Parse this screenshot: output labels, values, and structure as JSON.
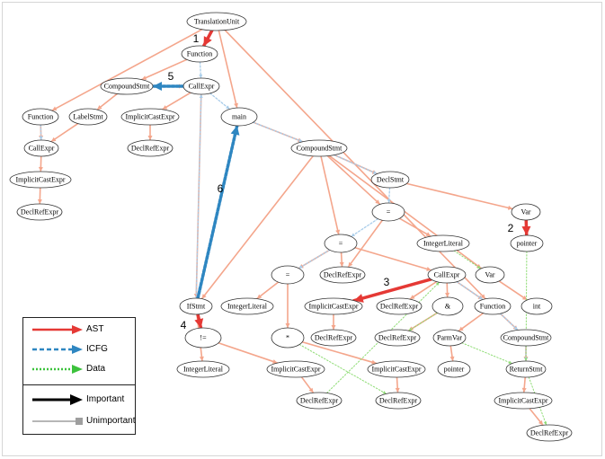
{
  "colors": {
    "ast": "#f4a68c",
    "ast_important": "#e53935",
    "icfg": "#a9cdea",
    "icfg_important": "#2e86c1",
    "data": "#8edc74",
    "unimportant": "#9e9e9e"
  },
  "nodes": [
    {
      "id": "tu",
      "label": "TranslationUnit"
    },
    {
      "id": "fn1",
      "label": "Function"
    },
    {
      "id": "cs1",
      "label": "CompoundStmt"
    },
    {
      "id": "ce1",
      "label": "CallExpr"
    },
    {
      "id": "fnL",
      "label": "Function"
    },
    {
      "id": "ls",
      "label": "LabelStmt"
    },
    {
      "id": "ice1",
      "label": "ImplicitCastExpr"
    },
    {
      "id": "main",
      "label": "main"
    },
    {
      "id": "ceL",
      "label": "CallExpr"
    },
    {
      "id": "dre1",
      "label": "DeclRefExpr"
    },
    {
      "id": "iceL",
      "label": "ImplicitCastExpr"
    },
    {
      "id": "dreL",
      "label": "DeclRefExpr"
    },
    {
      "id": "cs2",
      "label": "CompoundStmt"
    },
    {
      "id": "ds",
      "label": "DeclStmt"
    },
    {
      "id": "eq1",
      "label": "="
    },
    {
      "id": "var1",
      "label": "Var"
    },
    {
      "id": "eq2",
      "label": "="
    },
    {
      "id": "il1",
      "label": "IntegerLiteral"
    },
    {
      "id": "ptr1",
      "label": "pointer"
    },
    {
      "id": "eq3",
      "label": "="
    },
    {
      "id": "dre2",
      "label": "DeclRefExpr"
    },
    {
      "id": "ce2",
      "label": "CallExpr"
    },
    {
      "id": "var2",
      "label": "Var"
    },
    {
      "id": "ifs",
      "label": "IfStmt"
    },
    {
      "id": "il2",
      "label": "IntegerLiteral"
    },
    {
      "id": "ice2",
      "label": "ImplicitCastExpr"
    },
    {
      "id": "dre3",
      "label": "DeclRefExpr"
    },
    {
      "id": "amp",
      "label": "&"
    },
    {
      "id": "fn2",
      "label": "Function"
    },
    {
      "id": "int",
      "label": "int"
    },
    {
      "id": "neq",
      "label": "!="
    },
    {
      "id": "star",
      "label": "*"
    },
    {
      "id": "dre4",
      "label": "DeclRefExpr"
    },
    {
      "id": "dre5",
      "label": "DeclRefExpr"
    },
    {
      "id": "pv",
      "label": "ParmVar"
    },
    {
      "id": "cs3",
      "label": "CompoundStmt"
    },
    {
      "id": "il3",
      "label": "IntegerLiteral"
    },
    {
      "id": "ice3",
      "label": "ImplicitCastExpr"
    },
    {
      "id": "ice4",
      "label": "ImplicitCastExpr"
    },
    {
      "id": "ptr2",
      "label": "pointer"
    },
    {
      "id": "rs",
      "label": "ReturnStmt"
    },
    {
      "id": "dre6",
      "label": "DeclRefExpr"
    },
    {
      "id": "dre7",
      "label": "DeclRefExpr"
    },
    {
      "id": "ice5",
      "label": "ImplicitCastExpr"
    },
    {
      "id": "dre8",
      "label": "DeclRefExpr"
    }
  ],
  "edges_ast": [
    [
      "tu",
      "fn1"
    ],
    [
      "tu",
      "fnL"
    ],
    [
      "tu",
      "main"
    ],
    [
      "tu",
      "fn2"
    ],
    [
      "fn1",
      "cs1"
    ],
    [
      "cs1",
      "ls"
    ],
    [
      "cs1",
      "ce1"
    ],
    [
      "ls",
      "ceL"
    ],
    [
      "ce1",
      "ice1"
    ],
    [
      "ce1",
      "ifs"
    ],
    [
      "ice1",
      "dre1"
    ],
    [
      "fnL",
      "ceL"
    ],
    [
      "ceL",
      "iceL"
    ],
    [
      "iceL",
      "dreL"
    ],
    [
      "main",
      "cs2"
    ],
    [
      "cs2",
      "ds"
    ],
    [
      "cs2",
      "eq1"
    ],
    [
      "cs2",
      "eq2"
    ],
    [
      "cs2",
      "ifs"
    ],
    [
      "cs2",
      "var2"
    ],
    [
      "ds",
      "var1"
    ],
    [
      "eq1",
      "il1"
    ],
    [
      "eq1",
      "dre2"
    ],
    [
      "eq2",
      "eq3"
    ],
    [
      "eq2",
      "ce2"
    ],
    [
      "eq2",
      "dre2"
    ],
    [
      "eq3",
      "il2"
    ],
    [
      "eq3",
      "star"
    ],
    [
      "ce2",
      "ice2"
    ],
    [
      "ce2",
      "amp"
    ],
    [
      "ce2",
      "dre3"
    ],
    [
      "ce2",
      "fn2"
    ],
    [
      "var2",
      "int"
    ],
    [
      "amp",
      "dre5"
    ],
    [
      "ifs",
      "neq"
    ],
    [
      "ifs",
      "il3"
    ],
    [
      "neq",
      "ice3"
    ],
    [
      "star",
      "ice4"
    ],
    [
      "ice3",
      "dre6"
    ],
    [
      "ice4",
      "dre7"
    ],
    [
      "ice2",
      "dre4"
    ],
    [
      "fn2",
      "pv"
    ],
    [
      "fn2",
      "cs3"
    ],
    [
      "pv",
      "ptr2"
    ],
    [
      "cs3",
      "rs"
    ],
    [
      "rs",
      "ice5"
    ],
    [
      "ice5",
      "dre8"
    ]
  ],
  "edges_ast_important": [
    {
      "from": "tu",
      "to": "fn1",
      "label": "1"
    },
    {
      "from": "var1",
      "to": "ptr1",
      "label": "2"
    },
    {
      "from": "ce2",
      "to": "ice2",
      "label": "3"
    },
    {
      "from": "ifs",
      "to": "neq",
      "label": "4"
    }
  ],
  "edges_icfg": [
    [
      "fn1",
      "ce1"
    ],
    [
      "ce1",
      "main"
    ],
    [
      "fnL",
      "ceL"
    ],
    [
      "ifs",
      "ce1"
    ],
    [
      "main",
      "cs2"
    ],
    [
      "cs2",
      "ds"
    ],
    [
      "ds",
      "eq1"
    ],
    [
      "eq1",
      "eq2"
    ],
    [
      "eq2",
      "eq3"
    ],
    [
      "fn2",
      "cs3"
    ],
    [
      "cs3",
      "rs"
    ],
    [
      "ce2",
      "fn2"
    ]
  ],
  "edges_icfg_important": [
    {
      "from": "ce1",
      "to": "cs1",
      "label": "5"
    },
    {
      "from": "ifs",
      "to": "main",
      "label": "6"
    }
  ],
  "edges_data": [
    [
      "il1",
      "var2"
    ],
    [
      "amp",
      "dre5"
    ],
    [
      "star",
      "dre7"
    ],
    [
      "dre6",
      "ce2"
    ],
    [
      "pv",
      "rs"
    ],
    [
      "ptr1",
      "rs"
    ],
    [
      "rs",
      "dre8"
    ]
  ],
  "legend": {
    "ast": "AST",
    "icfg": "ICFG",
    "data": "Data",
    "important": "Important",
    "unimportant": "Unimportant"
  }
}
